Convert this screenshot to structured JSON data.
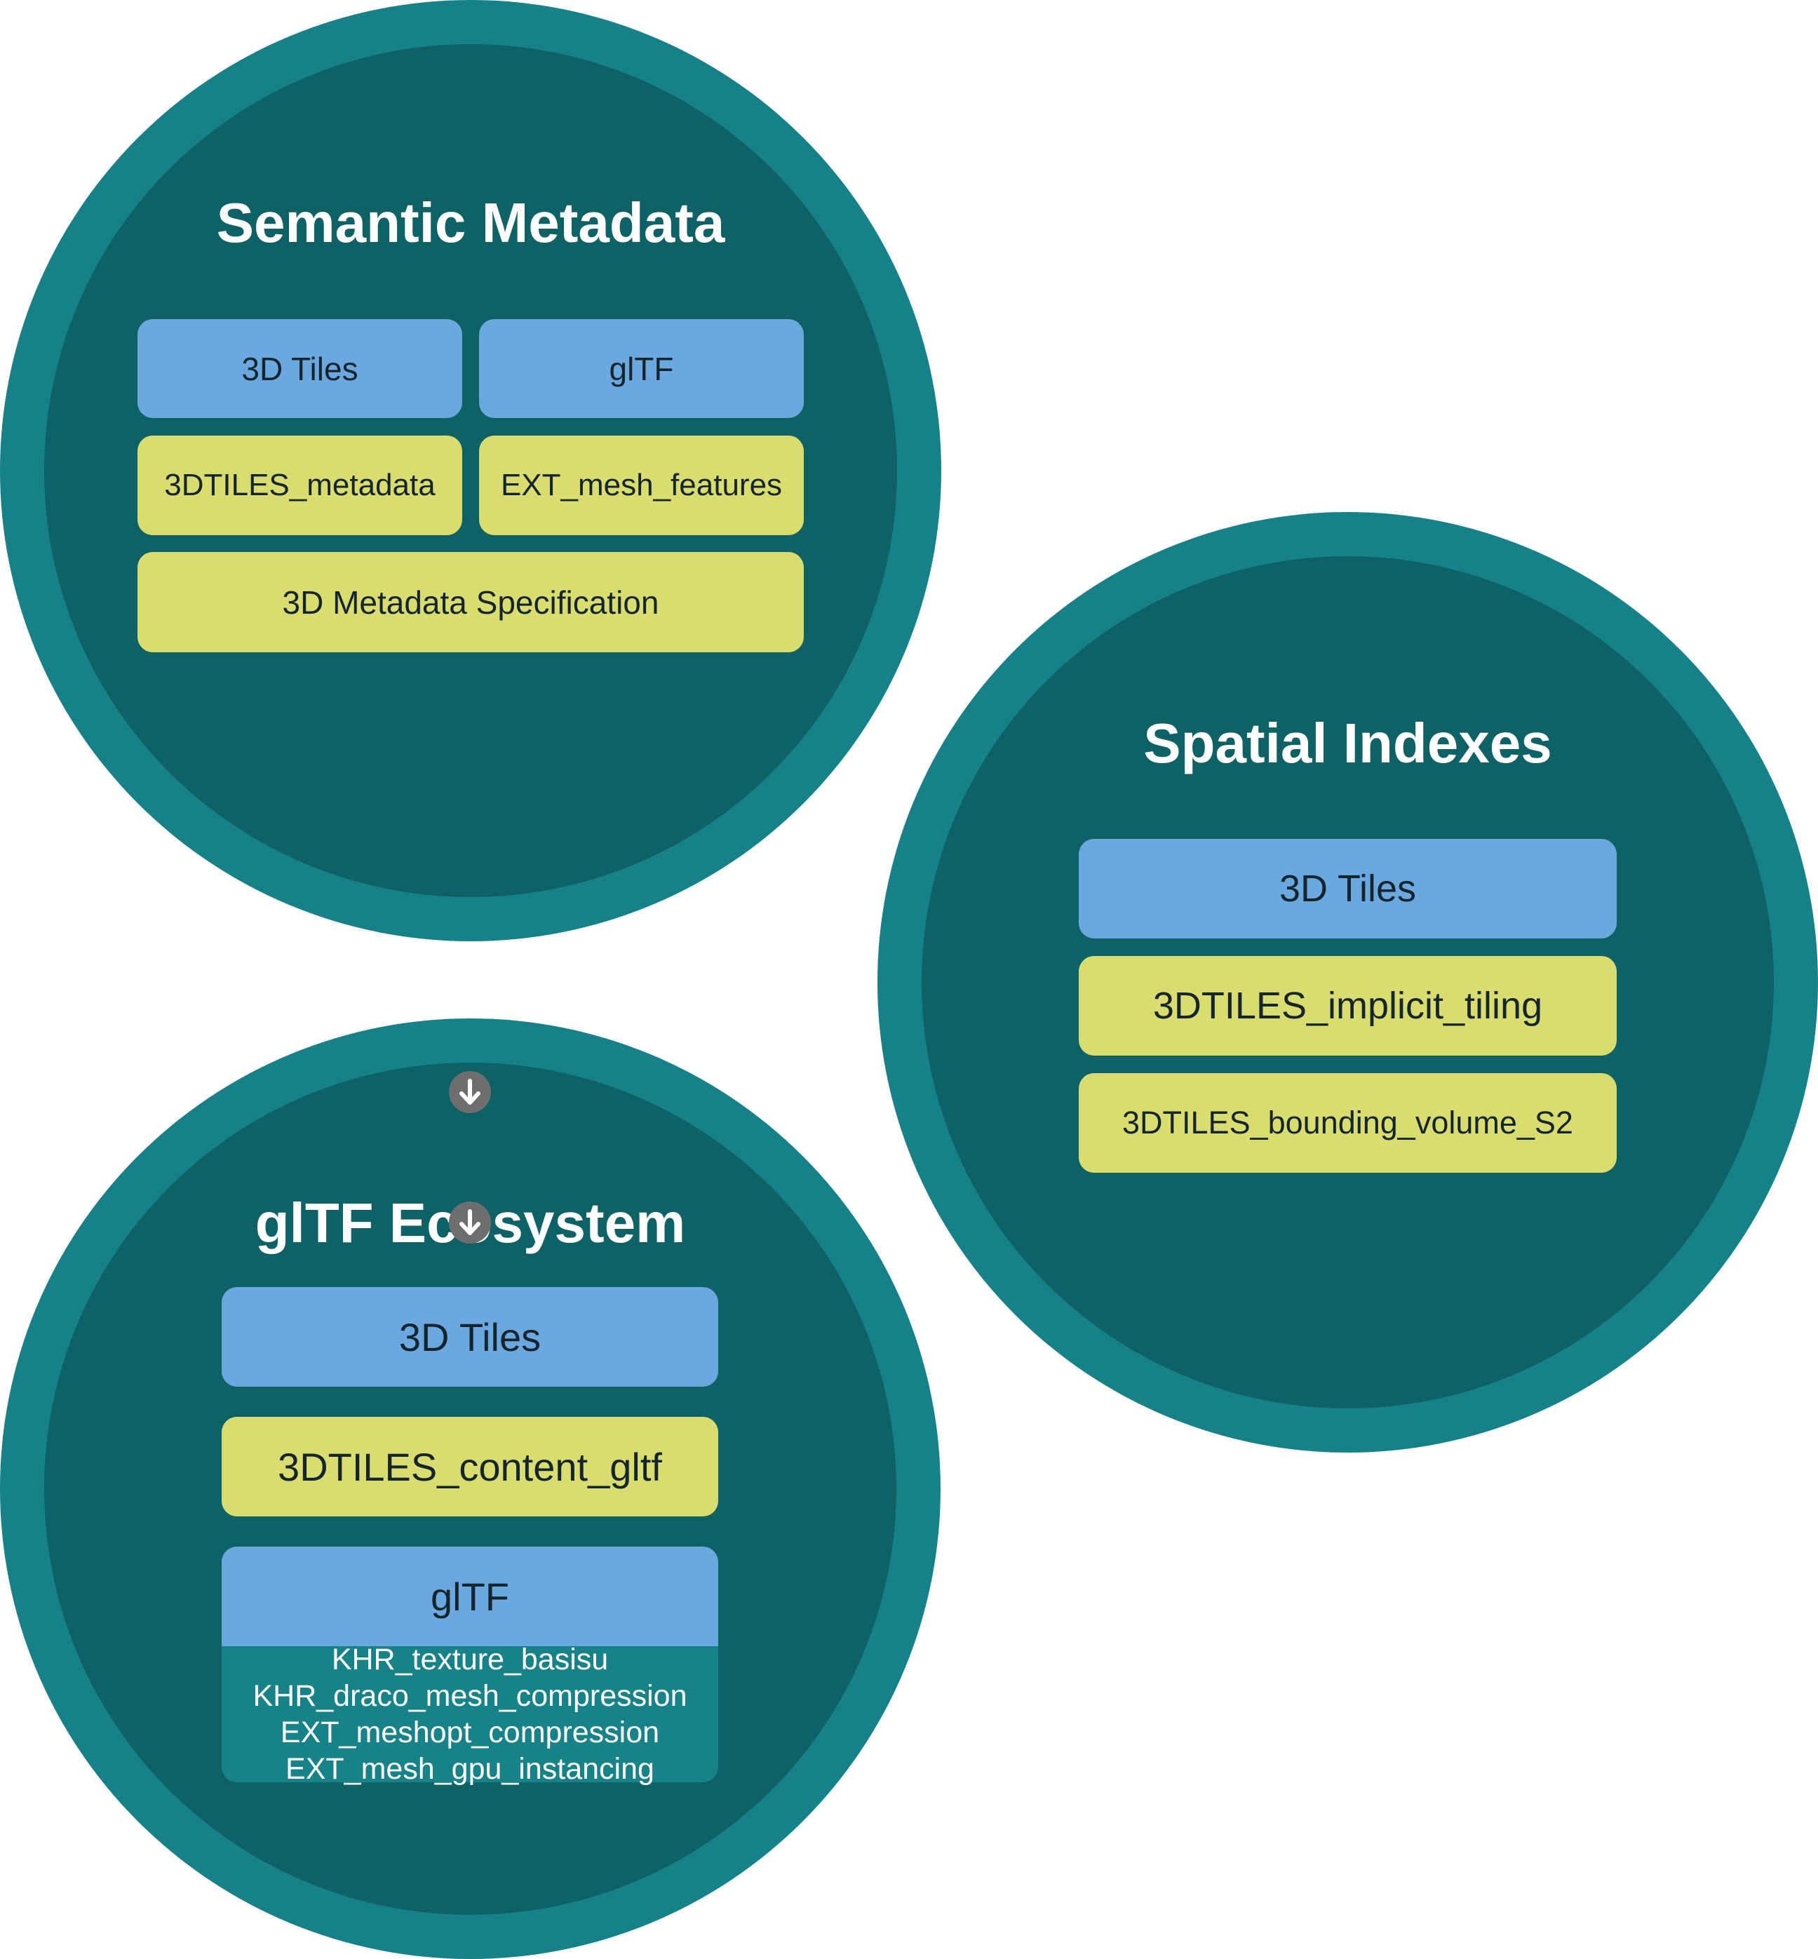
{
  "colors": {
    "circle_outer": "#168189",
    "circle_inner": "#0e6266",
    "core_box": "#6ba8df",
    "extension_box": "#d9dc6f",
    "ext_list_bg": "#178287",
    "arrow_bg": "#6e6e6e"
  },
  "semantic_metadata": {
    "title": "Semantic Metadata",
    "box_3d_tiles": "3D Tiles",
    "box_gltf": "glTF",
    "box_3dtiles_metadata": "3DTILES_metadata",
    "box_ext_mesh_features": "EXT_mesh_features",
    "box_spec": "3D Metadata Specification"
  },
  "spatial_indexes": {
    "title": "Spatial Indexes",
    "box_3d_tiles": "3D Tiles",
    "box_implicit_tiling": "3DTILES_implicit_tiling",
    "box_bounding_volume": "3DTILES_bounding_volume_S2"
  },
  "gltf_ecosystem": {
    "title": "glTF Ecosystem",
    "box_3d_tiles": "3D Tiles",
    "box_content_gltf": "3DTILES_content_gltf",
    "box_gltf": "glTF",
    "extensions": [
      "KHR_texture_basisu",
      "KHR_draco_mesh_compression",
      "EXT_meshopt_compression",
      "EXT_mesh_gpu_instancing"
    ]
  }
}
